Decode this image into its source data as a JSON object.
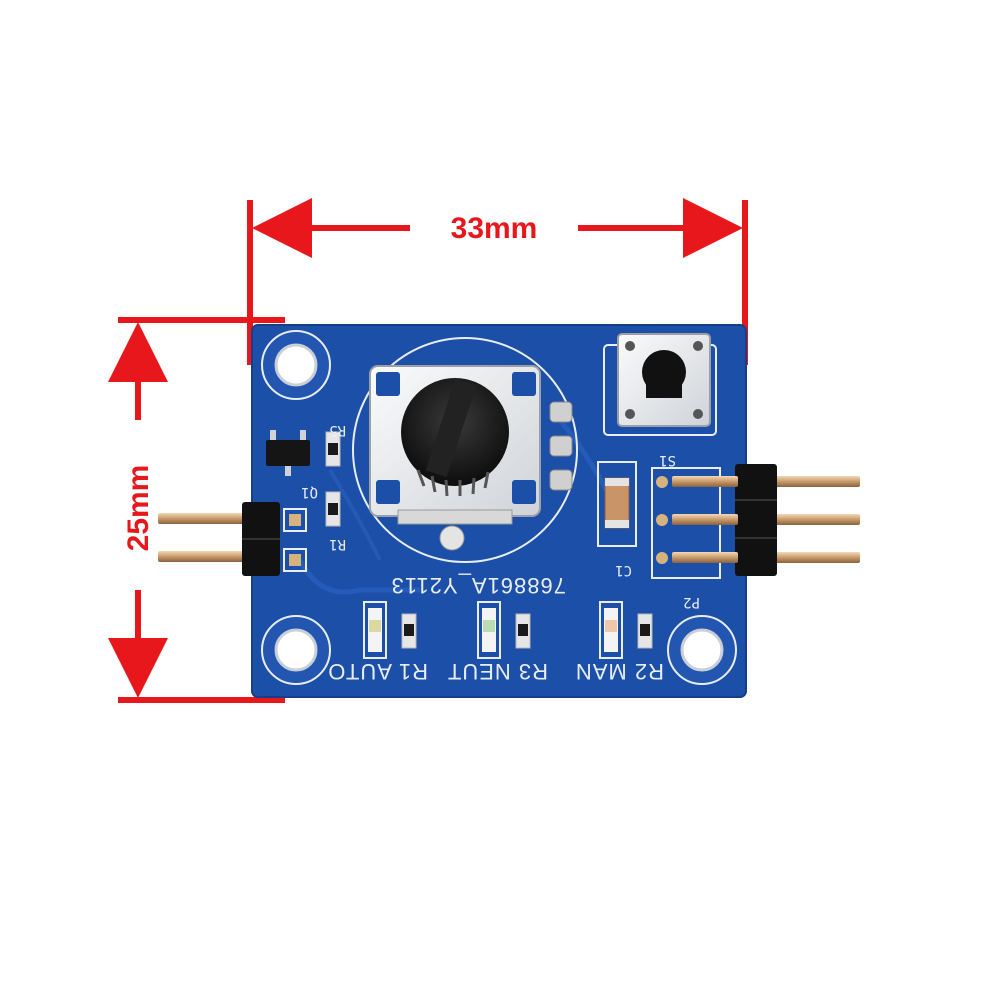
{
  "dimensions": {
    "width_label": "33mm",
    "height_label": "25mm",
    "color": "#e8171c"
  },
  "board": {
    "color": "#1b4fa8",
    "silkscreen_color": "#e9eef6",
    "part_number": "768861A_Y2113",
    "labels": {
      "r5": "R5",
      "q1": "Q1",
      "r1": "R1",
      "c1": "C1",
      "s1": "S1",
      "p2": "P2",
      "led_left": "R1 AUTO",
      "led_mid": "R3 NEUT",
      "led_right": "R2 MAN"
    }
  }
}
